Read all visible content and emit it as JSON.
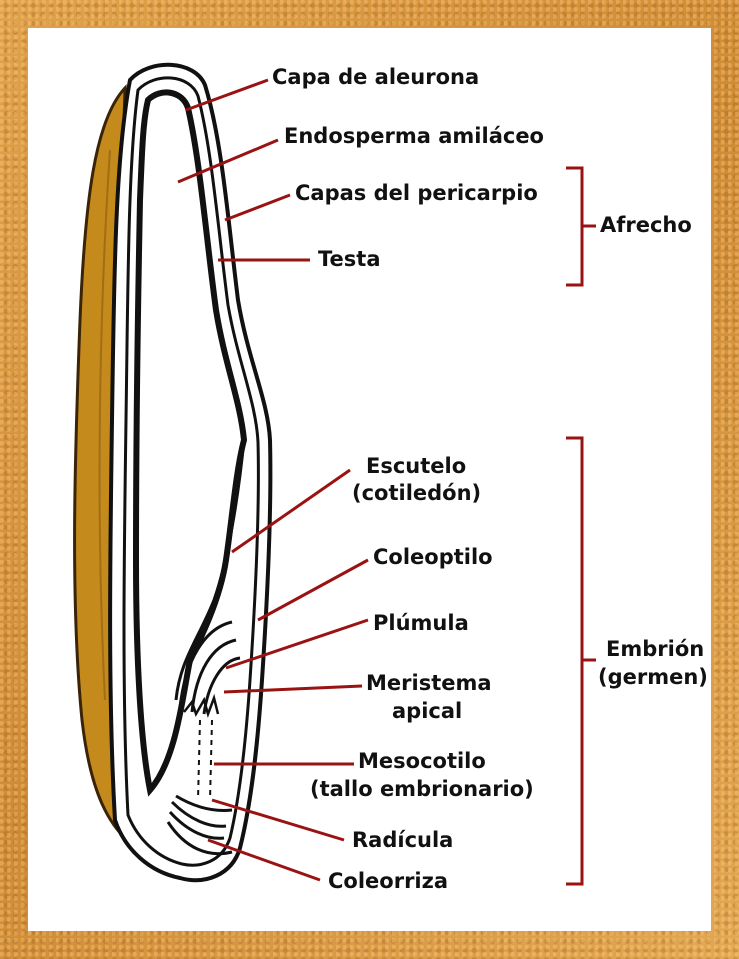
{
  "colors": {
    "frame": "#d9963a",
    "paper": "#ffffff",
    "leader_lines": "#9a1313",
    "seed_coat": "#c48a1c",
    "outline": "#111111"
  },
  "labels": {
    "capa_aleurona": "Capa de aleurona",
    "endosperma": "Endosperma amiláceo",
    "pericarpio": "Capas del pericarpio",
    "testa": "Testa",
    "escutelo_1": "Escutelo",
    "escutelo_2": "(cotiledón)",
    "coleoptilo": "Coleoptilo",
    "plumula": "Plúmula",
    "meristema_1": "Meristema",
    "meristema_2": "apical",
    "mesocotilo_1": "Mesocotilo",
    "mesocotilo_2": "(tallo embrionario)",
    "radicula": "Radícula",
    "coleorriza": "Coleorriza"
  },
  "groups": {
    "afrecho": "Afrecho",
    "embrion_1": "Embrión",
    "embrion_2": "(germen)"
  }
}
